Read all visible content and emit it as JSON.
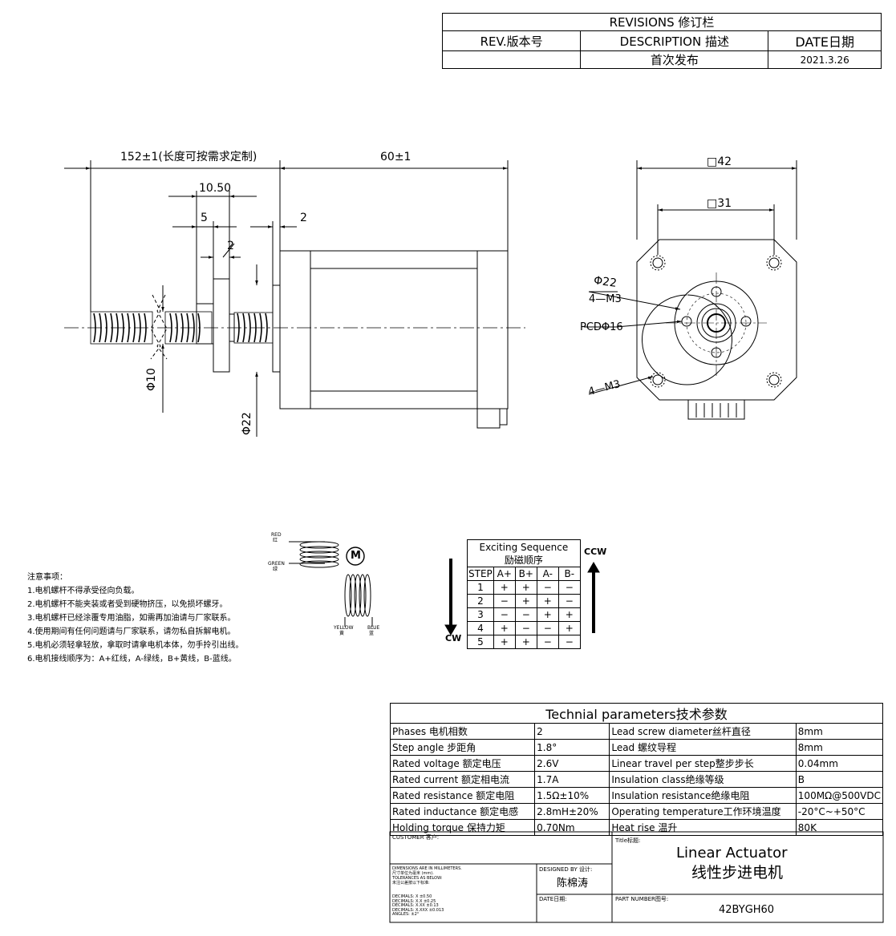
{
  "revisions": {
    "title": "REVISIONS 修订栏",
    "col_rev": "REV.版本号",
    "col_desc": "DESCRIPTION 描述",
    "col_date": "DATE日期",
    "row_desc": "首次发布",
    "row_date": "2021.3.26"
  },
  "dims": {
    "screw_length": "152±1(长度可按需求定制)",
    "body_length": "60±1",
    "nut_width": "10.50",
    "dim_5": "5",
    "dim_2a": "2",
    "dim_2b": "2",
    "dia_10": "Φ10",
    "dia_22_side": "Φ22",
    "sq_42": "□42",
    "sq_31": "□31",
    "dia_22_front": "Φ22",
    "m3_top": "4—M3",
    "pcd": "PCDΦ16",
    "m3_bottom": "4—M3"
  },
  "wiring": {
    "red": "RED",
    "red_cn": "红",
    "green": "GREEN",
    "green_cn": "绿",
    "motor": "M",
    "yellow": "YELLOW",
    "yellow_cn": "黄",
    "blue": "BLUE",
    "blue_cn": "蓝"
  },
  "notes": {
    "title": "注意事项：",
    "items": [
      "1.电机螺杆不得承受径向负载。",
      "2.电机螺杆不能夹装或者受到硬物挤压，以免损坏螺牙。",
      "3.电机螺杆已经涂覆专用油脂，如需再加油请与厂家联系。",
      "4.使用期间有任何问题请与厂家联系，请勿私自拆解电机。",
      "5.电机必须轻拿轻放，拿取时请拿电机本体，勿手拎引出线。",
      "6.电机接线顺序为：A+红线，A-绿线，B+黄线，B-蓝线。"
    ]
  },
  "sequence": {
    "title_en": "Exciting Sequence",
    "title_cn": "励磁顺序",
    "ccw": "CCW",
    "cw": "CW",
    "headers": [
      "STEP",
      "A+",
      "B+",
      "A-",
      "B-"
    ],
    "rows": [
      [
        "1",
        "+",
        "+",
        "−",
        "−"
      ],
      [
        "2",
        "−",
        "+",
        "+",
        "−"
      ],
      [
        "3",
        "−",
        "−",
        "+",
        "+"
      ],
      [
        "4",
        "+",
        "−",
        "−",
        "+"
      ],
      [
        "5",
        "+",
        "+",
        "−",
        "−"
      ]
    ]
  },
  "spec": {
    "title": "Technial parameters技术参数",
    "rows": [
      [
        "Phases 电机相数",
        "2",
        "Lead screw diameter丝杆直径",
        "8mm"
      ],
      [
        "Step angle 步距角",
        "1.8°",
        "Lead 螺纹导程",
        "8mm"
      ],
      [
        "Rated voltage 额定电压",
        "2.6V",
        "Linear travel per step整步步长",
        "0.04mm"
      ],
      [
        "Rated current 额定相电流",
        "1.7A",
        "Insulation class绝缘等级",
        "B"
      ],
      [
        "Rated resistance 额定电阻",
        "1.5Ω±10%",
        "Insulation resistance绝缘电阻",
        "100MΩ@500VDC"
      ],
      [
        "Rated inductance 额定电感",
        "2.8mH±20%",
        "Operating temperature工作环境温度",
        "-20°C~+50°C"
      ],
      [
        "Holding torque 保持力矩",
        "0.70Nm",
        "Heat rise 温升",
        "80K"
      ]
    ]
  },
  "titleblock": {
    "customer": "CUSTOMER 客户:",
    "dims_note": [
      "DIMENSIONS ARE IN MILLIMETERS.",
      "尺寸单位为毫米 (mm).",
      "TOLERANCES AS BELOW:",
      "未注公差按以下标准:"
    ],
    "tolerances": [
      "DECIMALS: X     ±0.50",
      "DECIMALS: X.X    ±0.25",
      "DECIMALS: X.XX   ±0.13",
      "DECIMALS: X.XXX ±0.013",
      "ANGLES:  ±2°"
    ],
    "designed_label": "DESIGNED BY 设计:",
    "designer": "陈棉涛",
    "date_label": "DATE日期:",
    "title_label": "Title标题:",
    "title_en": "Linear Actuator",
    "title_cn": "线性步进电机",
    "part_label": "PART NUMBER图号:",
    "part_number": "42BYGH60"
  }
}
